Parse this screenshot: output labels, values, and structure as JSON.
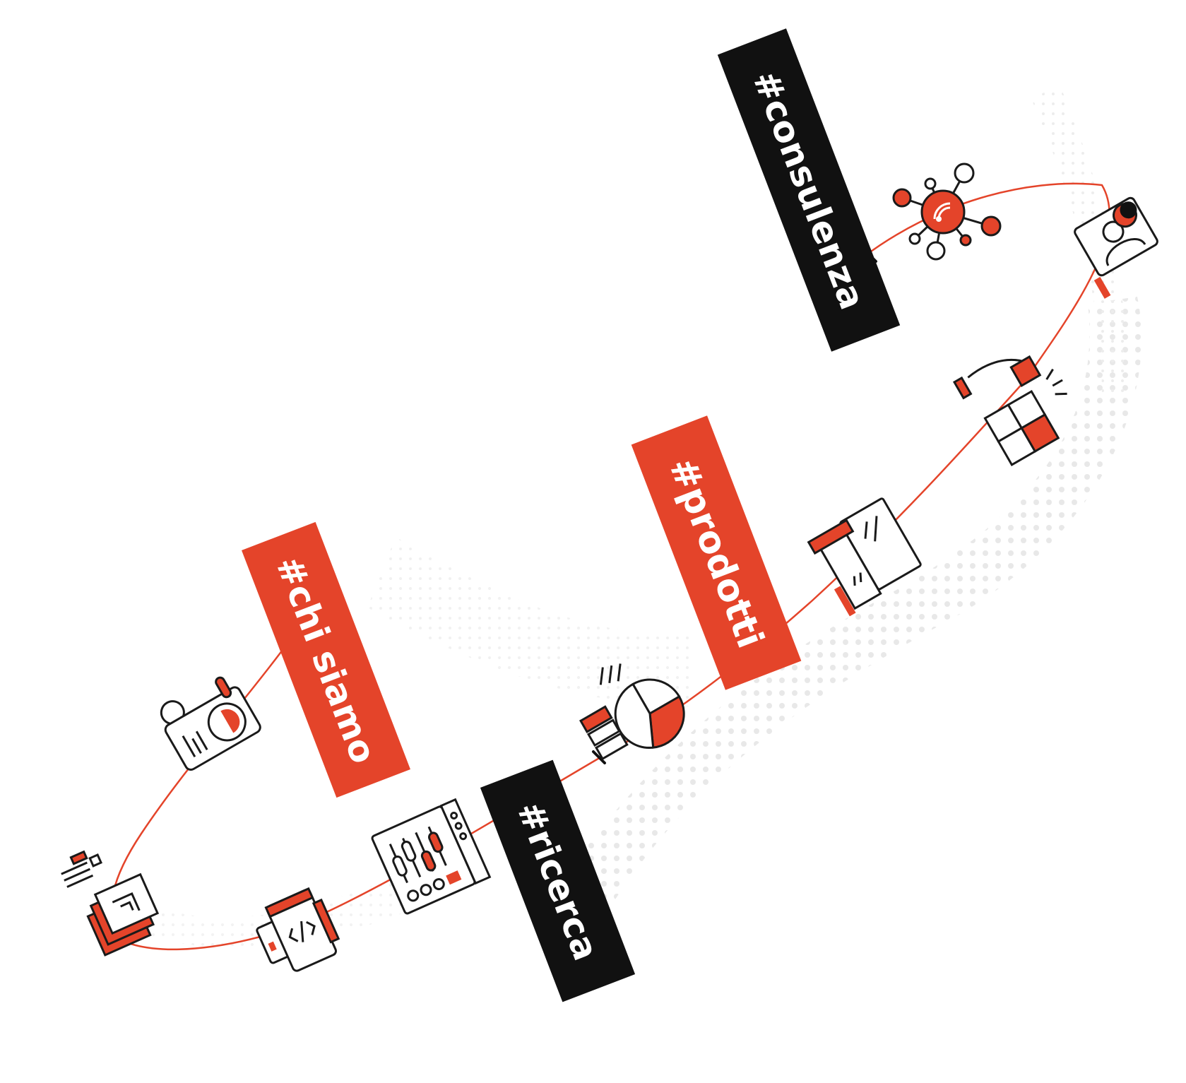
{
  "colors": {
    "accent": "#e4442a",
    "dark": "#111111",
    "stroke": "#1a1a1a",
    "dots": "#e3e3e3",
    "background": "#ffffff"
  },
  "tags": {
    "consulenza": "#consulenza",
    "prodotti": "#prodotti",
    "chi_siamo": "#chi siamo",
    "ricerca": "#ricerca"
  },
  "icons": [
    "network-signal-icon",
    "video-call-icon",
    "puzzle-hand-icon",
    "furniture-pieces-icon",
    "pie-chart-icon",
    "dashboard-settings-icon",
    "mixer-panel-icon",
    "code-device-icon",
    "stacked-layers-icon"
  ]
}
